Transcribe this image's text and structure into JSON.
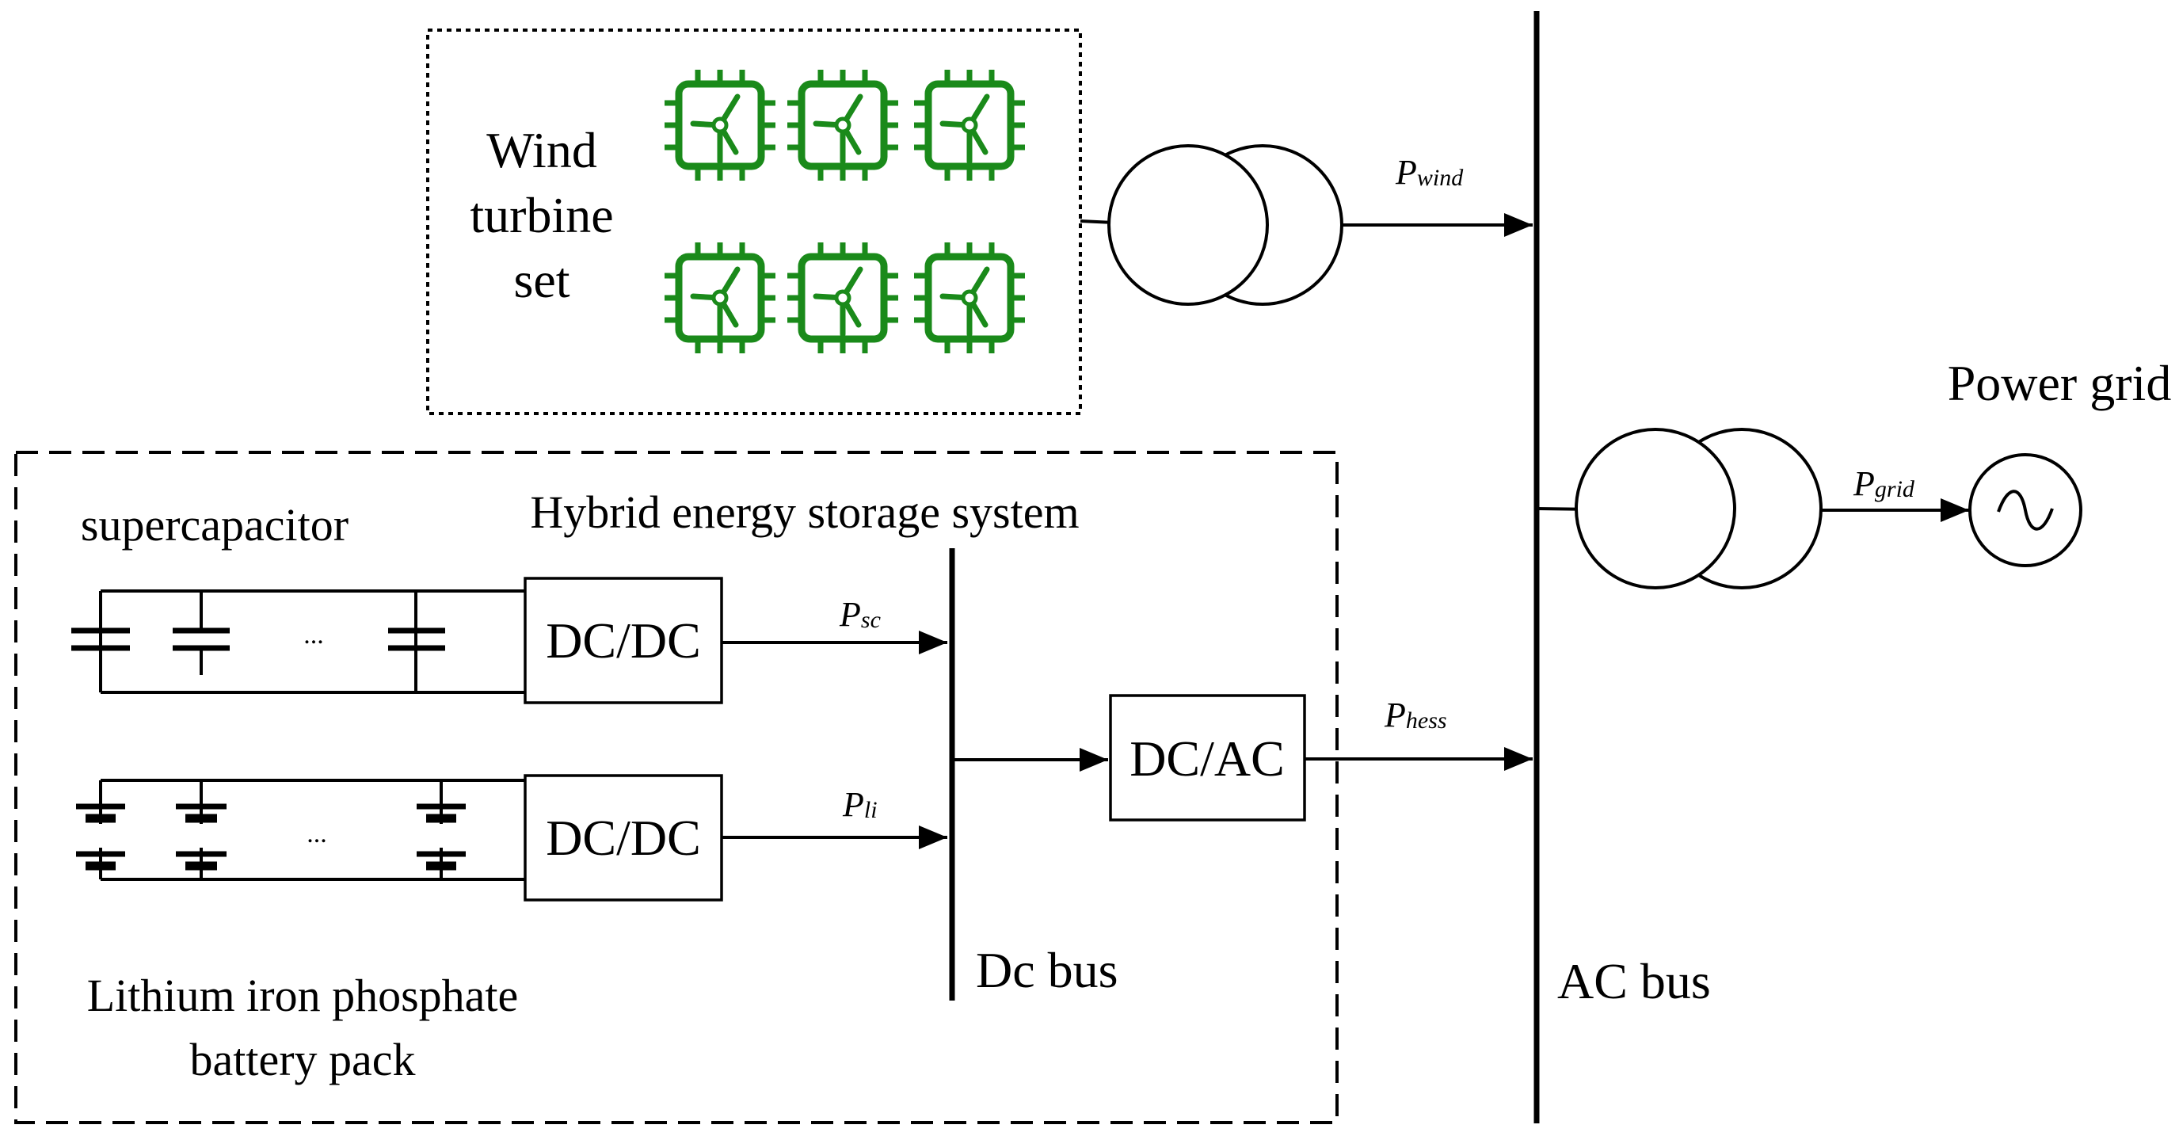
{
  "wind": {
    "label_lines": [
      "Wind",
      "turbine",
      "set"
    ],
    "turbine_count": 6,
    "turbine_color": "#1a8a1a"
  },
  "hess": {
    "title": "Hybrid energy storage system",
    "supercapacitor_label": "supercapacitor",
    "battery_label_lines": [
      "Lithium iron phosphate",
      "battery pack"
    ],
    "ellipsis": "...",
    "converter_sc": "DC/DC",
    "converter_li": "DC/DC",
    "inverter": "DC/AC",
    "dc_bus_label": "Dc bus"
  },
  "ac_bus_label": "AC bus",
  "grid_label": "Power grid",
  "powers": {
    "wind": {
      "main": "P",
      "sub": "wind"
    },
    "grid": {
      "main": "P",
      "sub": "grid"
    },
    "sc": {
      "main": "P",
      "sub": "sc"
    },
    "li": {
      "main": "P",
      "sub": "li"
    },
    "hess": {
      "main": "P",
      "sub": "hess"
    }
  }
}
